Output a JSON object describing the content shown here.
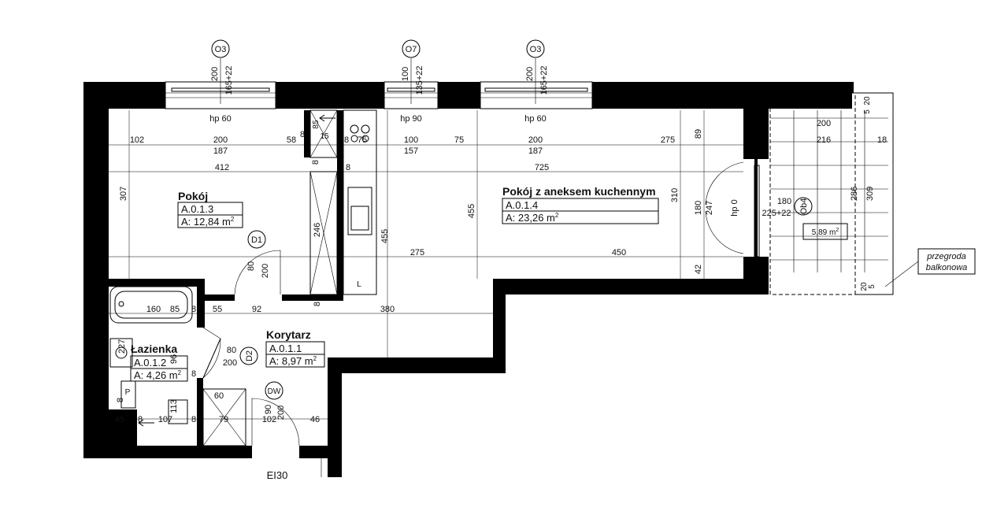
{
  "rooms": [
    {
      "name": "Pokój",
      "code": "A.0.1.3",
      "area": "A: 12,84 m",
      "sup": "2"
    },
    {
      "name": "Pokój z aneksem kuchennym",
      "code": "A.0.1.4",
      "area": "A: 23,26 m",
      "sup": "2"
    },
    {
      "name": "Korytarz",
      "code": "A.0.1.1",
      "area": "A: 8,97 m",
      "sup": "2"
    },
    {
      "name": "Łazienka",
      "code": "A.0.1.2",
      "area": "A: 4,26 m",
      "sup": "2"
    }
  ],
  "balcony": {
    "area": "5,89 m",
    "sup": "2"
  },
  "window_tags": [
    "O3",
    "O7",
    "O3",
    "Ob4"
  ],
  "door_tags": [
    "D1",
    "D2",
    "DW"
  ],
  "sill_heights": [
    "hp 60",
    "hp 90",
    "hp 60",
    "hp 0"
  ],
  "window_dims": {
    "w1": [
      "200",
      "165+22"
    ],
    "w2": [
      "100",
      "135+22"
    ],
    "w3": [
      "200",
      "165+22"
    ],
    "balcony_door": [
      "180",
      "225+22"
    ]
  },
  "door_dims": {
    "d1": [
      "80",
      "200"
    ],
    "d2": [
      "80",
      "200"
    ],
    "dw": [
      "90",
      "200"
    ]
  },
  "dimensions": {
    "top_row": [
      "102",
      "200",
      "58",
      "8",
      "15",
      "8",
      "75",
      "100",
      "75",
      "200",
      "275",
      "89"
    ],
    "second_row": [
      "187",
      "157",
      "187"
    ],
    "third_row": [
      "412",
      "8",
      "725"
    ],
    "vertical": [
      "307",
      "246",
      "455",
      "455",
      "310",
      "180",
      "247",
      "42",
      "8"
    ],
    "mid_row": [
      "275",
      "450"
    ],
    "hall_row": [
      "160",
      "85",
      "8",
      "55",
      "92",
      "380"
    ],
    "bath": [
      "227",
      "96",
      "113",
      "8",
      "8",
      "45",
      "8",
      "107",
      "8",
      "79",
      "102",
      "46",
      "60"
    ],
    "kitchen_top": [
      "85",
      "8"
    ],
    "balcony": [
      "200",
      "216",
      "18",
      "286",
      "309",
      "20",
      "5",
      "20",
      "5"
    ]
  },
  "labels": {
    "exit": "EI30",
    "partition": [
      "przegroda",
      "balkonowa"
    ],
    "fixture_l": "L",
    "fixture_p": "P"
  }
}
